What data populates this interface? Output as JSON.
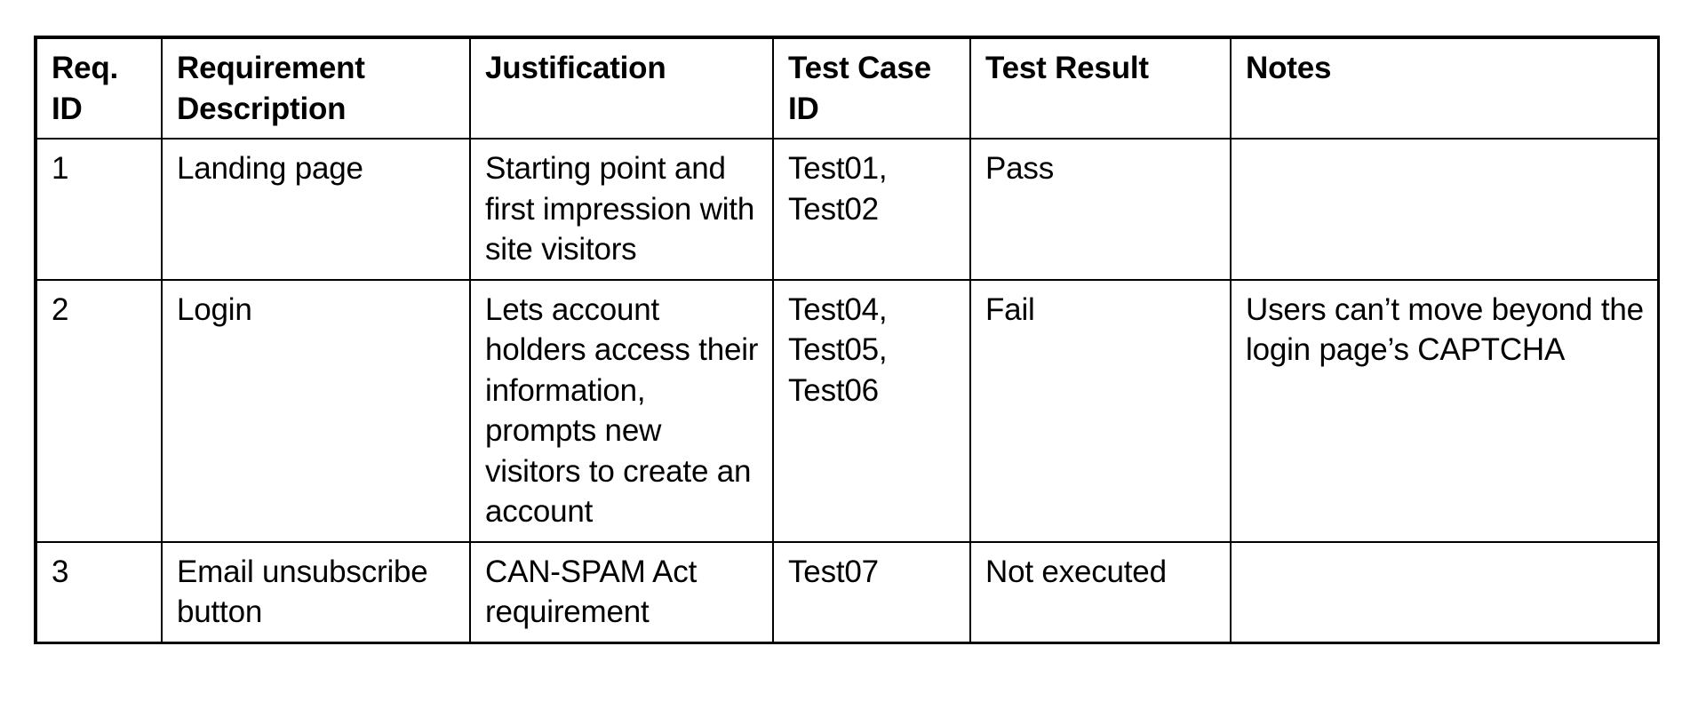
{
  "document": {
    "type": "requirements-traceability-table",
    "background_color": "#ffffff",
    "text_color": "#000000",
    "border_color": "#000000"
  },
  "table": {
    "columns": [
      {
        "key": "req_id",
        "label": "Req. ID"
      },
      {
        "key": "description",
        "label": "Requirement\nDescription"
      },
      {
        "key": "justification",
        "label": "Justification"
      },
      {
        "key": "test_case_id",
        "label": "Test Case\nID"
      },
      {
        "key": "test_result",
        "label": "Test Result"
      },
      {
        "key": "notes",
        "label": "Notes"
      }
    ],
    "rows": [
      {
        "req_id": "1",
        "description": "Landing page",
        "justification": "Starting point and first impression with site visitors",
        "test_case_id": "Test01,\nTest02",
        "test_result": "Pass",
        "notes": ""
      },
      {
        "req_id": "2",
        "description": "Login",
        "justification": "Lets account holders access their information, prompts new visitors to create an account",
        "test_case_id": "Test04,\nTest05,\nTest06",
        "test_result": "Fail",
        "notes": "Users can’t move beyond the login page’s CAPTCHA"
      },
      {
        "req_id": "3",
        "description": "Email unsubscribe button",
        "justification": "CAN-SPAM Act requirement",
        "test_case_id": "Test07",
        "test_result": "Not executed",
        "notes": ""
      }
    ]
  }
}
